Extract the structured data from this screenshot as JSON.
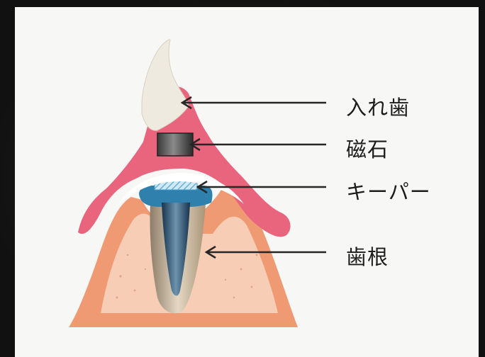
{
  "labels": {
    "denture": "入れ歯",
    "magnet": "磁石",
    "keeper": "キーパー",
    "root": "歯根"
  }
}
